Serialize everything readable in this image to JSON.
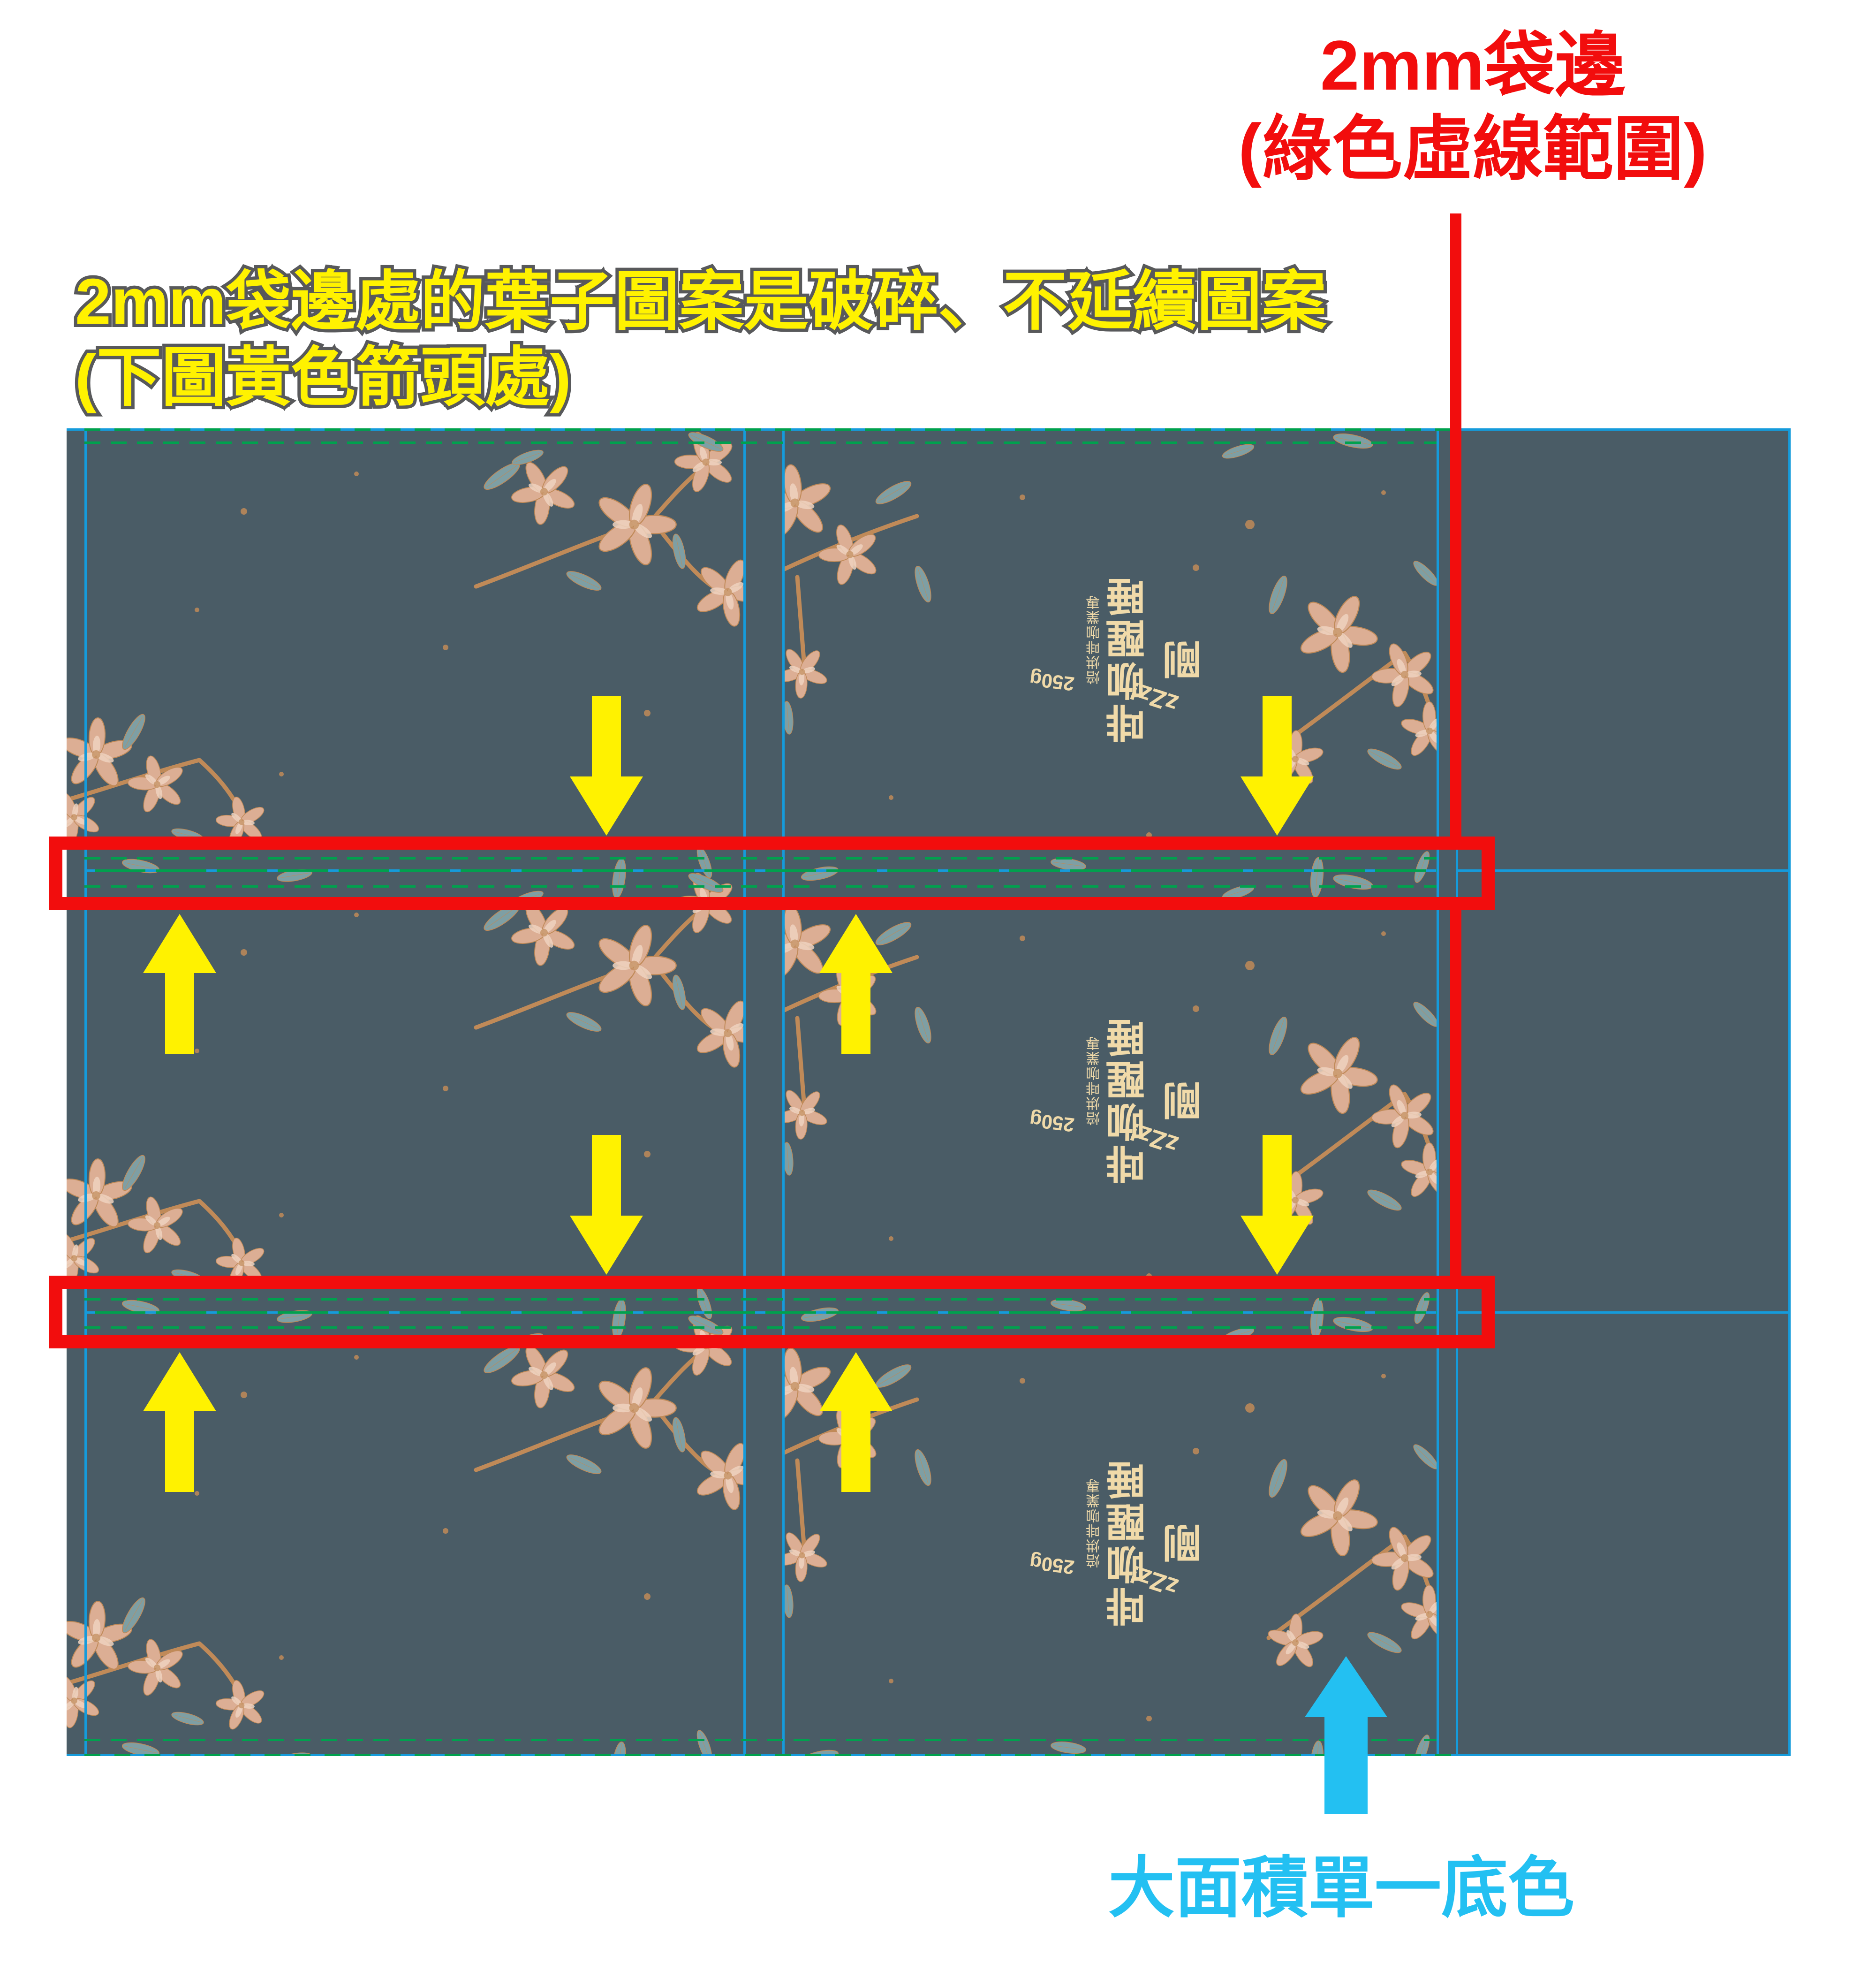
{
  "annotations": {
    "bag_edge": {
      "line1": "2mm袋邊",
      "line2": "(綠色虛線範圍)"
    },
    "broken_leaf": {
      "line1": "2mm袋邊處的葉子圖案是破碎、不延續圖案",
      "line2": "(下圖黃色箭頭處)"
    },
    "base_color": {
      "text": "大面積單一底色"
    }
  },
  "bag": {
    "title": "剛睡醒咖啡",
    "sleep_mark": "zZz!",
    "subtitle": "專業咖啡烘焙",
    "weight": "250g"
  },
  "colors": {
    "background": "#FFFFFF",
    "artwork_bg": "#4A5C66",
    "cut_line": "#159BDB",
    "edge_guide": "#00A14E",
    "highlight": "#F20D0D",
    "arrow": "#FFF200",
    "note_yellow": "#FFF200",
    "note_yellow_outline": "#58595B",
    "note_red": "#F20D0D",
    "note_cyan": "#23C0F2",
    "bag_text": "#F0DAA9",
    "petal": "#DCAE94",
    "petal_light": "#EFD2BF",
    "branch": "#C08A58",
    "leaf": "#7E9FA4"
  }
}
